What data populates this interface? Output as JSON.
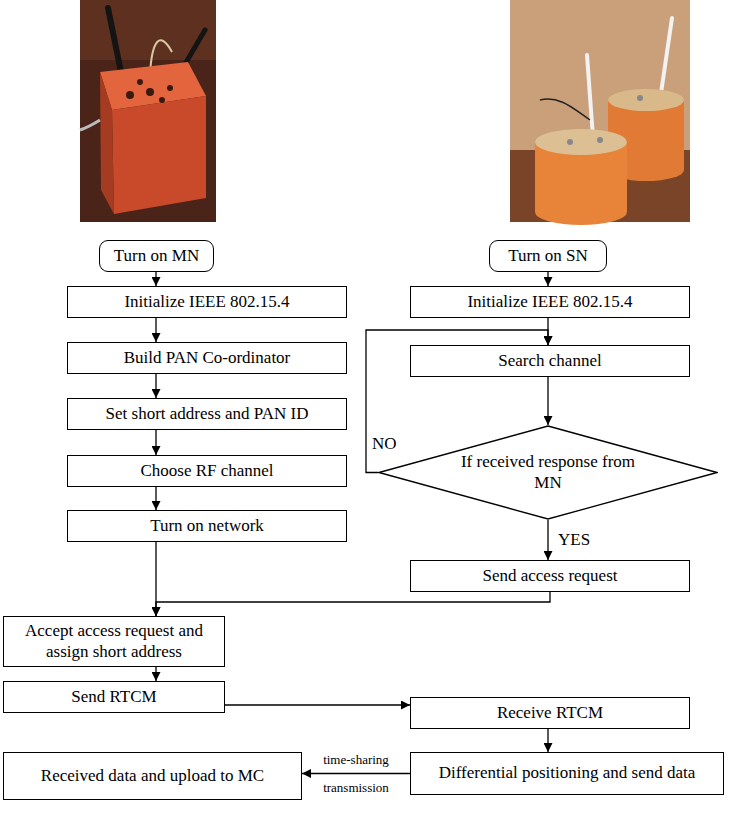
{
  "diagram": {
    "nodes": [
      {
        "text": [
          "Turn on MN"
        ]
      },
      {
        "text": [
          "Turn on SN"
        ]
      },
      {
        "text": [
          "Initialize IEEE 802.15.4"
        ]
      },
      {
        "text": [
          "Initialize IEEE 802.15.4"
        ]
      },
      {
        "text": [
          "Build PAN Co-ordinator"
        ]
      },
      {
        "text": [
          "Search channel"
        ]
      },
      {
        "text": [
          "Set short address and PAN ID"
        ]
      },
      {
        "text": [
          "If received response from MN"
        ]
      },
      {
        "text": [
          "Choose RF channel"
        ]
      },
      {
        "text": [
          "Turn on network"
        ]
      },
      {
        "text": [
          "Send access request"
        ]
      },
      {
        "text": [
          "Accept access request and assign short address"
        ]
      },
      {
        "text": [
          "Send RTCM"
        ]
      },
      {
        "text": [
          "Receive RTCM"
        ]
      },
      {
        "text": [
          "Received data and upload to MC"
        ]
      },
      {
        "text": [
          "Differential positioning and send data"
        ]
      }
    ],
    "edges": [
      {
        "from": 0,
        "to": 2,
        "arrow": "to"
      },
      {
        "from": 2,
        "to": 4,
        "arrow": "to"
      },
      {
        "from": 4,
        "to": 6,
        "arrow": "to"
      },
      {
        "from": 6,
        "to": 8,
        "arrow": "to"
      },
      {
        "from": 8,
        "to": 9,
        "arrow": "to"
      },
      {
        "from": 9,
        "to": 11,
        "arrow": "to"
      },
      {
        "from": 10,
        "to": 11,
        "arrow": "to"
      },
      {
        "from": 11,
        "to": 12,
        "arrow": "to"
      },
      {
        "from": 12,
        "to": 13,
        "arrow": "to"
      },
      {
        "from": 13,
        "to": 15,
        "arrow": "to"
      },
      {
        "from": 1,
        "to": 3,
        "arrow": "to"
      },
      {
        "from": 3,
        "to": 5,
        "arrow": "to"
      },
      {
        "from": 5,
        "to": 7,
        "arrow": "to"
      },
      {
        "from": 7,
        "to": 10,
        "arrow": "to",
        "label": "YES"
      },
      {
        "from": 7,
        "to": 5,
        "arrow": "to",
        "label": "NO"
      },
      {
        "from": 15,
        "to": 14,
        "arrow": "to",
        "label": "time-sharing transmission"
      }
    ]
  }
}
